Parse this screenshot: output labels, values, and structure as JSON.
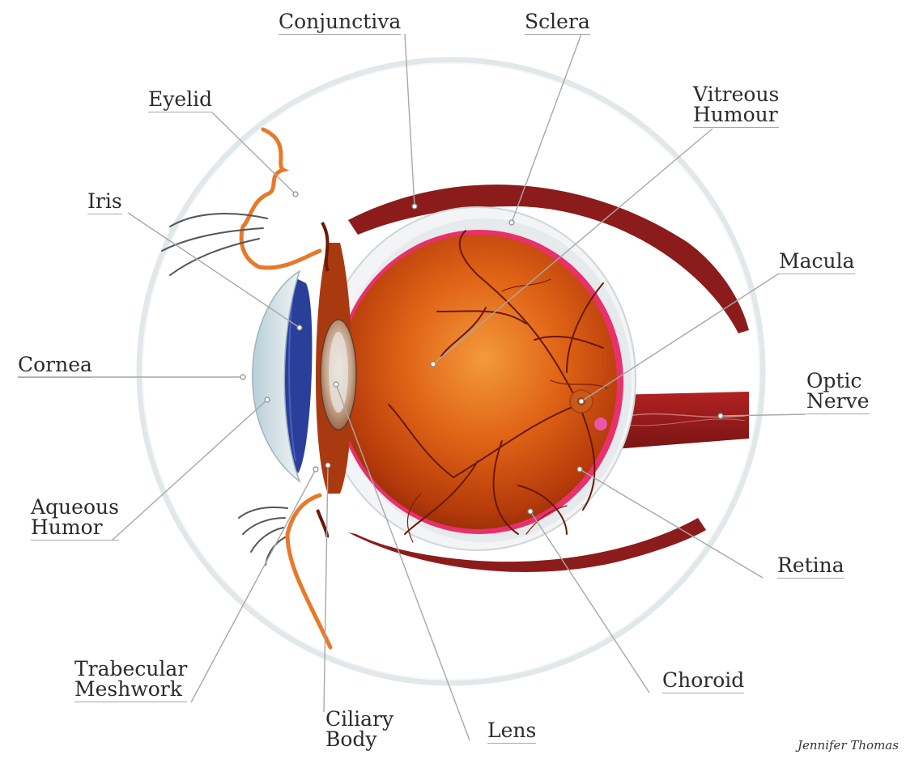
{
  "labels": {
    "conjunctiva": "Conjunctiva",
    "sclera": "Sclera",
    "eyelid": "Eyelid",
    "vitreous_line1": "Vitreous",
    "vitreous_line2": "Humour",
    "iris": "Iris",
    "macula": "Macula",
    "cornea": "Cornea",
    "optic_line1": "Optic",
    "optic_line2": "Nerve",
    "aqueous_line1": "Aqueous",
    "aqueous_line2": "Humor",
    "retina": "Retina",
    "trabecular_line1": "Trabecular",
    "trabecular_line2": "Meshwork",
    "choroid": "Choroid",
    "ciliary_line1": "Ciliary",
    "ciliary_line2": "Body",
    "lens": "Lens"
  },
  "signature": "Jennifer Thomas",
  "colors": {
    "retina_pink": "#e8306a",
    "eyeball_orange": "#d9560e",
    "muscle_red": "#8c1c1c",
    "iris_blue": "#2a3f9a",
    "eyelid_orange": "#e8782a",
    "leader_gray": "#a8a8a8"
  }
}
